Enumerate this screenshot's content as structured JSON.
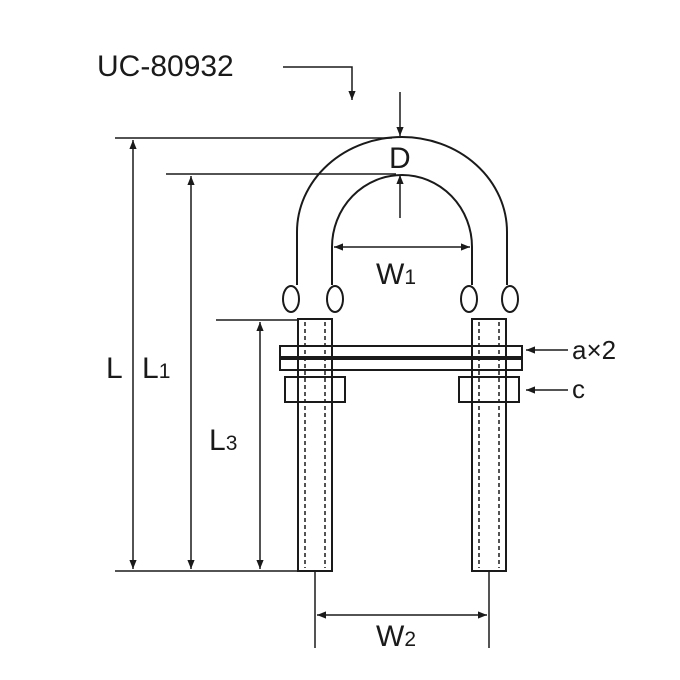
{
  "part_number": "UC-80932",
  "dimensions": {
    "D": "D",
    "W1": {
      "main": "W",
      "sub": "1"
    },
    "W2": {
      "main": "W",
      "sub": "2"
    },
    "L": "L",
    "L1": {
      "main": "L",
      "sub": "1"
    },
    "L3": {
      "main": "L",
      "sub": "3"
    }
  },
  "parts": {
    "a": "a×2",
    "c": "c"
  }
}
